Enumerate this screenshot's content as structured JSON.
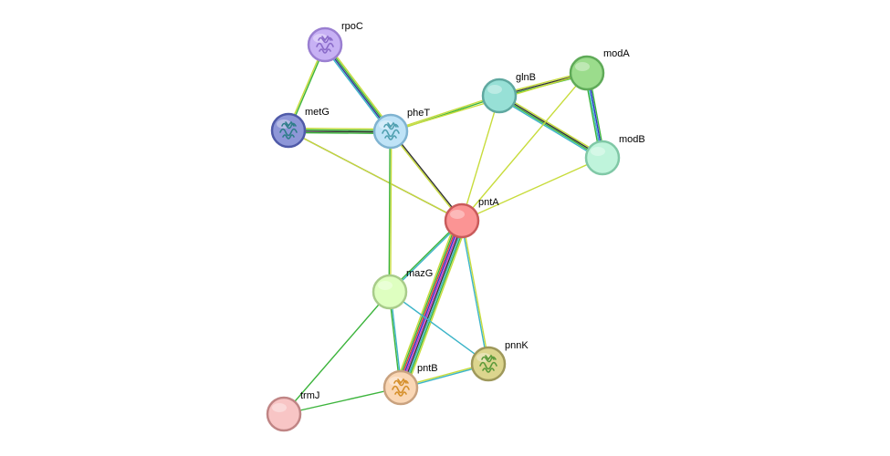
{
  "network": {
    "nodes": [
      {
        "id": "rpoC",
        "label": "rpoC",
        "fill": "#c7b1f4",
        "stroke": "#9a7fd1",
        "has_structure": true,
        "structure_color": "#8a6bc9"
      },
      {
        "id": "metG",
        "label": "metG",
        "fill": "#8e97d8",
        "stroke": "#4f5aa8",
        "has_structure": true,
        "structure_color": "#2f7d8a"
      },
      {
        "id": "pheT",
        "label": "pheT",
        "fill": "#bfe3f7",
        "stroke": "#7fb3d1",
        "has_structure": true,
        "structure_color": "#4f9fb0"
      },
      {
        "id": "glnB",
        "label": "glnB",
        "fill": "#97e0d6",
        "stroke": "#5fa8a0",
        "has_structure": false
      },
      {
        "id": "modA",
        "label": "modA",
        "fill": "#9bdc8c",
        "stroke": "#5faa58",
        "has_structure": false
      },
      {
        "id": "modB",
        "label": "modB",
        "fill": "#bff4db",
        "stroke": "#80c8a6",
        "has_structure": false
      },
      {
        "id": "pntA",
        "label": "pntA",
        "fill": "#fb9494",
        "stroke": "#c95b5b",
        "has_structure": false
      },
      {
        "id": "mazG",
        "label": "mazG",
        "fill": "#deffc0",
        "stroke": "#a8cc8a",
        "has_structure": false
      },
      {
        "id": "pnnK",
        "label": "pnnK",
        "fill": "#dcd58e",
        "stroke": "#9e985a",
        "has_structure": true,
        "structure_color": "#5c9a3a"
      },
      {
        "id": "pntB",
        "label": "pntB",
        "fill": "#fad7b5",
        "stroke": "#c9a27f",
        "has_structure": true,
        "structure_color": "#d58f2a"
      },
      {
        "id": "trmJ",
        "label": "trmJ",
        "fill": "#f8c5c5",
        "stroke": "#c08585",
        "has_structure": false
      }
    ],
    "edges": [
      {
        "source": "rpoC",
        "target": "metG",
        "colors": [
          "#3cb43c",
          "#c8dc3c"
        ]
      },
      {
        "source": "rpoC",
        "target": "pheT",
        "colors": [
          "#c8dc3c",
          "#3cb43c",
          "#323296",
          "#3cb4c8"
        ]
      },
      {
        "source": "metG",
        "target": "pheT",
        "colors": [
          "#c8dc3c",
          "#3cb43c",
          "#333333",
          "#3cb43c"
        ]
      },
      {
        "source": "metG",
        "target": "pntA",
        "colors": [
          "#333333"
        ]
      },
      {
        "source": "metG",
        "target": "pntA",
        "colors": [
          "#c8dc3c"
        ]
      },
      {
        "source": "pheT",
        "target": "glnB",
        "colors": [
          "#c8dc3c",
          "#3cb43c"
        ]
      },
      {
        "source": "pheT",
        "target": "pntA",
        "colors": [
          "#333333",
          "#c8dc3c"
        ]
      },
      {
        "source": "pheT",
        "target": "mazG",
        "colors": [
          "#c8dc3c",
          "#3cb43c"
        ]
      },
      {
        "source": "glnB",
        "target": "modA",
        "colors": [
          "#c8dc3c",
          "#333333",
          "#3cb43c"
        ]
      },
      {
        "source": "glnB",
        "target": "modB",
        "colors": [
          "#c8dc3c",
          "#333333",
          "#3cb43c",
          "#3cb4c8"
        ]
      },
      {
        "source": "glnB",
        "target": "pntA",
        "colors": [
          "#c8dc3c"
        ]
      },
      {
        "source": "modA",
        "target": "modB",
        "colors": [
          "#3cb43c",
          "#3232c8",
          "#3cb4c8",
          "#3cb43c"
        ]
      },
      {
        "source": "modA",
        "target": "pntA",
        "colors": [
          "#c8dc3c"
        ]
      },
      {
        "source": "modA",
        "target": "pheT",
        "colors": [
          "#c8dc3c"
        ]
      },
      {
        "source": "modB",
        "target": "pntA",
        "colors": [
          "#c8dc3c"
        ]
      },
      {
        "source": "pntA",
        "target": "mazG",
        "colors": [
          "#3cb4c8",
          "#3cb43c"
        ]
      },
      {
        "source": "pntA",
        "target": "pntB",
        "colors": [
          "#c8dc3c",
          "#3cb43c",
          "#3cb4c8",
          "#333333",
          "#c83cc8",
          "#3232c8",
          "#dc3c3c",
          "#3cb43c",
          "#c8dc3c"
        ]
      },
      {
        "source": "pntA",
        "target": "pnnK",
        "colors": [
          "#c8dc3c",
          "#3cb4c8"
        ]
      },
      {
        "source": "mazG",
        "target": "pntB",
        "colors": [
          "#3cb4c8",
          "#3cb43c"
        ]
      },
      {
        "source": "mazG",
        "target": "pnnK",
        "colors": [
          "#3cb4c8"
        ]
      },
      {
        "source": "mazG",
        "target": "trmJ",
        "colors": [
          "#3cb43c"
        ]
      },
      {
        "source": "pntB",
        "target": "pnnK",
        "colors": [
          "#c8dc3c",
          "#3cb4c8"
        ]
      },
      {
        "source": "pntB",
        "target": "trmJ",
        "colors": [
          "#3cb43c"
        ]
      }
    ]
  }
}
